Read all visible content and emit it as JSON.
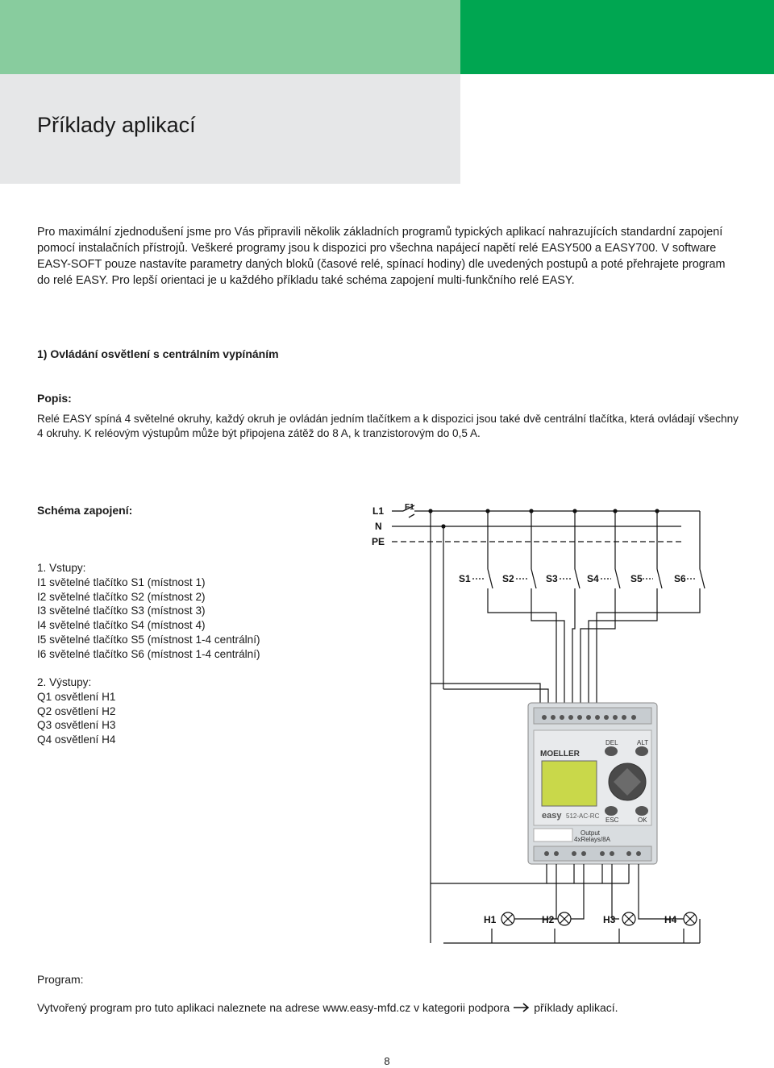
{
  "header": {
    "title": "Příklady aplikací",
    "band_colors": {
      "light": "#88cc9e",
      "dark": "#00a651",
      "title_bg": "#e6e7e8"
    }
  },
  "intro": "Pro maximální zjednodušení jsme pro Vás připravili několik základních programů typických aplikací nahrazujících standardní zapojení pomocí instalačních přístrojů. Veškeré programy jsou k dispozici pro všechna napájecí napětí relé EASY500 a EASY700. V software EASY-SOFT pouze nastavíte parametry daných bloků (časové relé, spínací hodiny) dle uvedených postupů a poté přehrajete program do relé EASY. Pro lepší orientaci je u každého příkladu také schéma zapojení multi-funkčního relé EASY.",
  "section": {
    "heading": "1) Ovládání osvětlení s centrálním vypínáním",
    "popis_heading": "Popis:",
    "description": "Relé EASY spíná 4 světelné okruhy, každý okruh je ovládán jedním tlačítkem a k dispozici jsou také dvě centrální tlačítka, která ovládají všechny 4 okruhy. K reléovým výstupům může být připojena zátěž do 8 A, k tranzistorovým do 0,5 A.",
    "schema_heading": "Schéma zapojení:",
    "inputs": [
      "1. Vstupy:",
      "I1 světelné tlačítko S1 (místnost 1)",
      "I2 světelné tlačítko S2 (místnost 2)",
      "I3 světelné tlačítko S3 (místnost 3)",
      "I4 světelné tlačítko S4 (místnost 4)",
      "I5 světelné tlačítko S5 (místnost 1-4 centrální)",
      "I6 světelné tlačítko S6 (místnost 1-4 centrální)"
    ],
    "outputs": [
      "2. Výstupy:",
      "Q1 osvětlení H1",
      "Q2 osvětlení H2",
      "Q3 osvětlení H3",
      "Q4 osvětlení H4"
    ]
  },
  "schematic": {
    "lines": [
      "L1",
      "N",
      "PE"
    ],
    "fuse": "F1",
    "switches": [
      "S1",
      "S2",
      "S3",
      "S4",
      "S5",
      "S6"
    ],
    "lamps": [
      "H1",
      "H2",
      "H3",
      "H4"
    ],
    "device": {
      "brand": "MOELLER",
      "model": "easy",
      "model_suffix": "512-AC-RC",
      "btn_del": "DEL",
      "btn_alt": "ALT",
      "btn_esc": "ESC",
      "btn_ok": "OK",
      "output_label": "Output",
      "output_sub": "4xRelays/8A"
    }
  },
  "program": {
    "heading": "Program:",
    "text_before": "Vytvořený program pro tuto aplikaci naleznete na adrese www.easy-mfd.cz v kategorii podpora",
    "text_after": "příklady aplikací."
  },
  "page_number": "8"
}
